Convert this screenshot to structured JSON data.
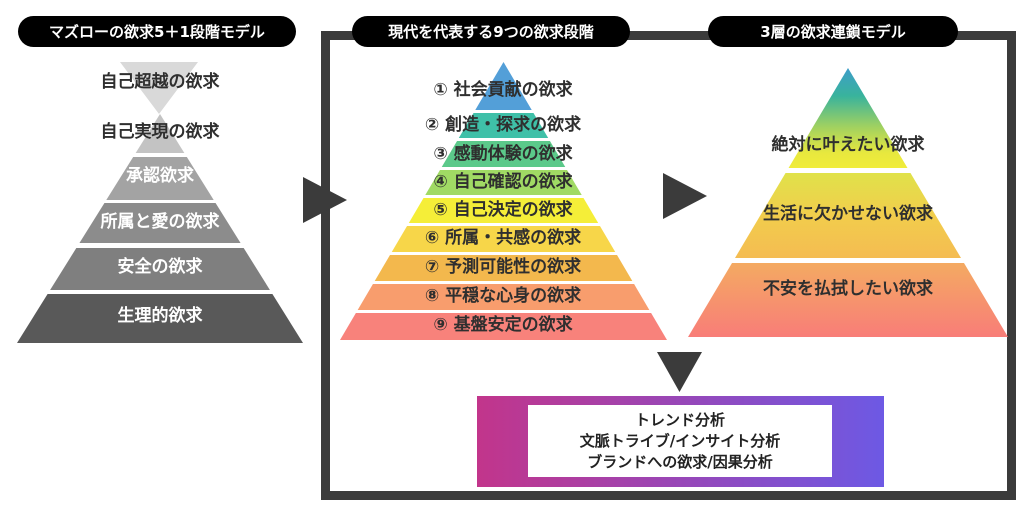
{
  "left_panel": {
    "title": "マズローの欲求5＋1段階モデル",
    "levels": [
      {
        "label": "自己超越の欲求",
        "color": "#d9d9d9",
        "text_color": "#2f2f2f"
      },
      {
        "label": "自己実現の欲求",
        "color": "#c3c3c3",
        "text_color": "#2f2f2f"
      },
      {
        "label": "承認欲求",
        "color": "#a3a3a3",
        "text_color": "#ffffff"
      },
      {
        "label": "所属と愛の欲求",
        "color": "#8c8c8c",
        "text_color": "#ffffff"
      },
      {
        "label": "安全の欲求",
        "color": "#7f7f7f",
        "text_color": "#ffffff"
      },
      {
        "label": "生理的欲求",
        "color": "#595959",
        "text_color": "#ffffff"
      }
    ]
  },
  "middle_panel": {
    "title": "現代を代表する9つの欲求段階",
    "levels": [
      {
        "label": "① 社会貢献の欲求",
        "color": "#539fd8"
      },
      {
        "label": "② 創造・探求の欲求",
        "color": "#3fc0a8"
      },
      {
        "label": "③ 感動体験の欲求",
        "color": "#5bc98a"
      },
      {
        "label": "④ 自己確認の欲求",
        "color": "#a0da64"
      },
      {
        "label": "⑤ 自己決定の欲求",
        "color": "#f5ee38"
      },
      {
        "label": "⑥ 所属・共感の欲求",
        "color": "#f7d649"
      },
      {
        "label": "⑦ 予測可能性の欲求",
        "color": "#f3b84d"
      },
      {
        "label": "⑧ 平穏な心身の欲求",
        "color": "#f89d6d"
      },
      {
        "label": "⑨ 基盤安定の欲求",
        "color": "#f8827b"
      }
    ]
  },
  "right_panel": {
    "title": "3層の欲求連鎖モデル",
    "levels": [
      {
        "label": "絶対に叶えたい欲求"
      },
      {
        "label": "生活に欠かせない欲求"
      },
      {
        "label": "不安を払拭したい欲求"
      }
    ],
    "gradient": [
      "#3d9dc9",
      "#39b39c",
      "#9ed062",
      "#f0ec3a",
      "#f2cc4c",
      "#f4bc52",
      "#f4aa62",
      "#f87d78"
    ]
  },
  "analysis": {
    "lines": [
      "トレンド分析",
      "文脈トライブ/インサイト分析",
      "ブランドへの欲求/因果分析"
    ],
    "gradient_left": "#c2358b",
    "gradient_right": "#6d59e4"
  },
  "palette": {
    "pill_bg": "#000000",
    "pill_text": "#ffffff",
    "frame": "#3b3b3b",
    "arrow": "#3b3b3b",
    "background": "#ffffff"
  }
}
